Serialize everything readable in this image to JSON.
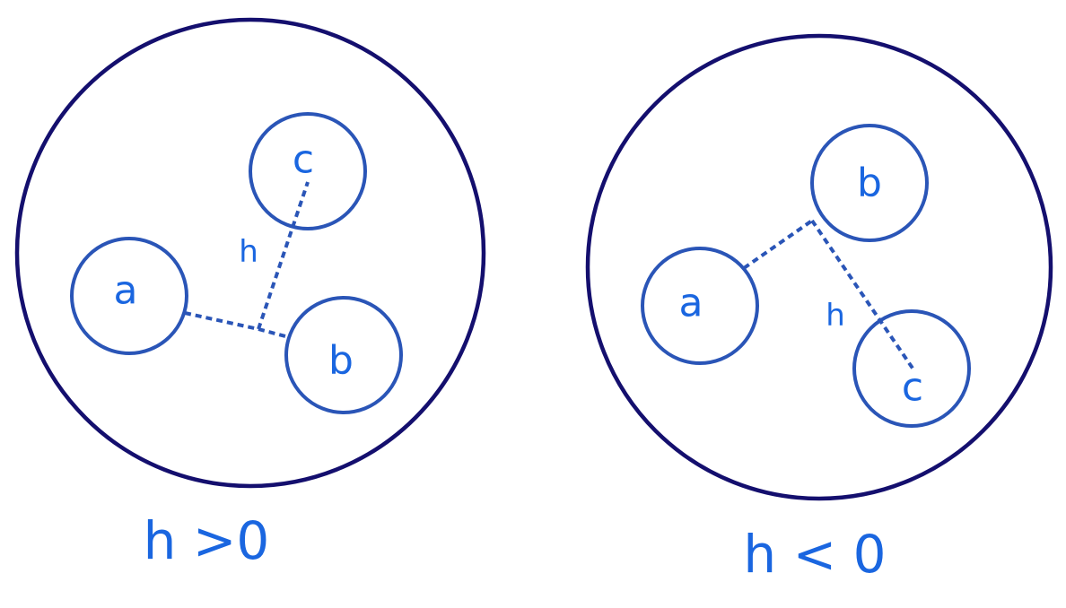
{
  "left_panel": {
    "nodes": {
      "a": "a",
      "b": "b",
      "c": "c"
    },
    "h_label": "h",
    "caption": "h >0"
  },
  "right_panel": {
    "nodes": {
      "a": "a",
      "b": "b",
      "c": "c"
    },
    "h_label": "h",
    "caption": "h < 0"
  },
  "colors": {
    "outer_circle": "#140f6e",
    "node_stroke": "#2a55b7",
    "text": "#1a66e0"
  }
}
